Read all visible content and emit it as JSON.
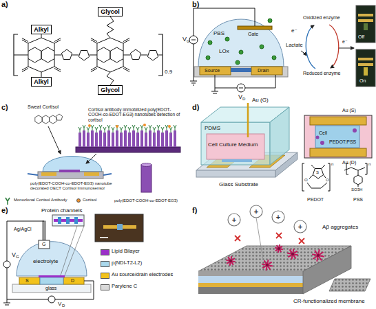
{
  "diagram": {
    "nodes": [
      {
        "text": [
          "Alkyl"
        ]
      },
      {
        "text": [
          "Glycol"
        ]
      },
      {
        "text": [
          "Alkyl"
        ]
      },
      {
        "text": [
          "Glycol"
        ]
      }
    ],
    "labels": [
      "a)",
      "0.9",
      "b)",
      "PBS",
      "Gate",
      "LOx",
      "Source",
      "Drain",
      "V",
      "G",
      "V",
      "D",
      "Lactate",
      "Oxidized enzyme",
      "Reduced enzyme",
      "e⁻",
      "e⁻",
      "Off",
      "On",
      "c)",
      "Sweat Cortisol",
      "Cortisol antibody immobilized poly(EDOT-COOH-co-EDOT-EG3) nanotubes detection of cortisol",
      "poly(EDOT-COOH-co-EDOT-EG3) nanotube decorated OECT Cortisol Immunosensor",
      "poly(EDOT-COOH-co-EDOT-EG3)",
      "d)",
      "PDMS",
      "Au (G)",
      "Cell Culture Medium",
      "Glass Substrate",
      "Au (S)",
      "Cell",
      "PEDOT:PSS",
      "Au (D)",
      "S",
      "O",
      "O",
      "n",
      "PEDOT",
      "SO3H",
      "n",
      "PSS",
      "e)",
      "Protein channels",
      "Ag/AgCl",
      "G",
      "electrolyte",
      "S",
      "D",
      "glass",
      "V",
      "G",
      "V",
      "D",
      "f)",
      "+",
      "+",
      "+",
      "+",
      "Aβ aggregates",
      "CR-functionalized membrane"
    ],
    "legend": [
      {
        "text": "Monoclonal Cortisol Antibody"
      },
      {
        "text": "Cortisol",
        "color": "#f0902a"
      },
      {
        "text": "Lipid Bilayer",
        "color": "#9b30c8"
      },
      {
        "text": "p(NDI-T2-L2)",
        "color": "#a9d8ec"
      },
      {
        "text": "Au source/drain electrodes",
        "color": "#f2c21b"
      },
      {
        "text": "Parylene C",
        "color": "#d9d9d9"
      }
    ]
  }
}
